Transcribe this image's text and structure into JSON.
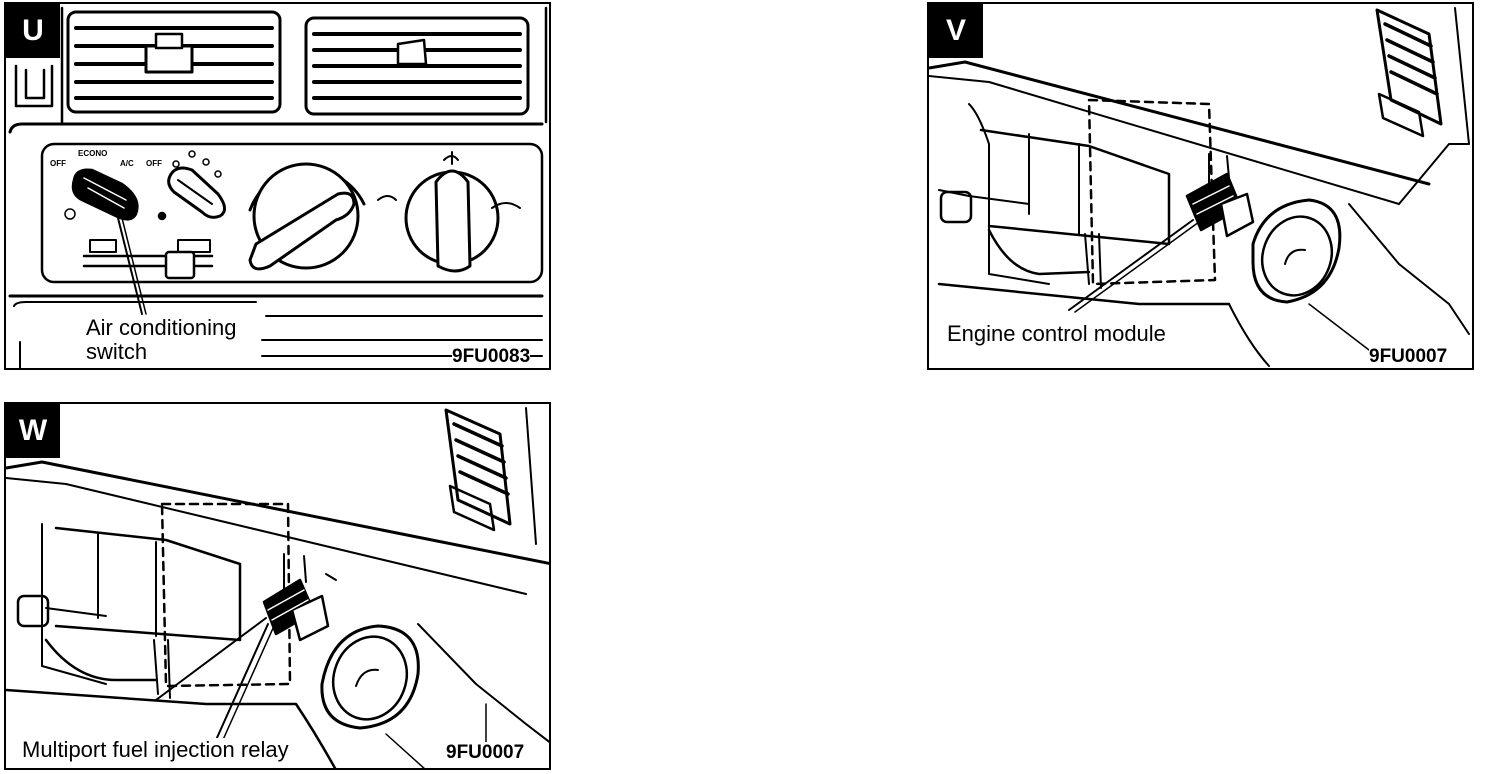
{
  "panels": {
    "u": {
      "tag": "U",
      "callout": "Air conditioning switch",
      "callout_line1": "Air conditioning",
      "callout_line2": "switch",
      "code": "9FU0083",
      "knob_labels": [
        "OFF",
        "ECONO",
        "A/C",
        "OFF"
      ]
    },
    "v": {
      "tag": "V",
      "callout": "Engine control module",
      "code": "9FU0007"
    },
    "w": {
      "tag": "W",
      "callout": "Multiport fuel injection relay",
      "code": "9FU0007"
    }
  },
  "colors": {
    "ink": "#000000",
    "paper": "#ffffff"
  }
}
